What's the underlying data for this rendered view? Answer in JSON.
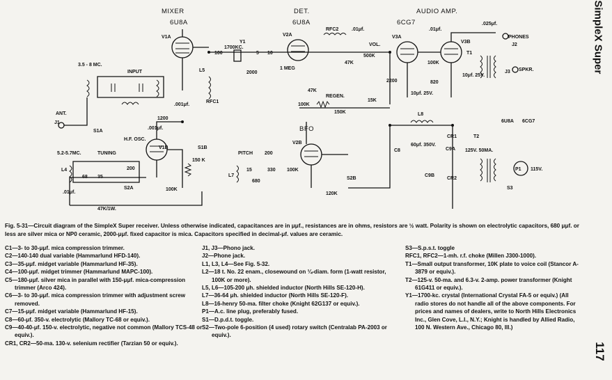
{
  "schematic": {
    "headers": {
      "mixer": "MIXER",
      "det": "DET.",
      "audio": "AUDIO AMP."
    },
    "tubes": {
      "mixer": "6U8A",
      "det": "6U8A",
      "audio": "6CG7",
      "ps1": "6U8A",
      "ps2": "6CG7"
    },
    "labels": {
      "v1a": "V1A",
      "v1b": "V1B",
      "v2a": "V2A",
      "v2b": "V2B",
      "v3a": "V3A",
      "v3b": "V3B",
      "band1": "3.5 - 8 MC.",
      "input": "INPUT",
      "band2": "5.2-5.7MC.",
      "tuning": "TUNING",
      "hfosc": "H.F. OSC.",
      "bfo": "BFO",
      "pitch": "PITCH",
      "regen": "REGEN.",
      "vol": "VOL.",
      "ant": "ANT.",
      "j1": "J1",
      "phones": "PHONES",
      "j2": "J2",
      "spkr": "SPKR.",
      "j3": "J3",
      "s1a": "S1A",
      "s1b": "S1B",
      "s2a": "S2A",
      "s2b": "S2B",
      "s3": "S3",
      "t1": "T1",
      "t2": "T2",
      "l8": "L8",
      "cr1": "CR1",
      "cr2": "CR2",
      "c8": "C8",
      "c9a": "C9A",
      "c9b": "C9B",
      "p1": "P1",
      "v115": "115V.",
      "rfc1": "RFC1",
      "rfc2": "RFC2",
      "y1": "Y1",
      "y1val": "1700KC.",
      "l5": "L5",
      "l7": "L7",
      "l4": "L4",
      "meg": "1 MEG",
      "r47k": "47K",
      "r500k": "500K",
      "r2200": "2200",
      "r100k": "100K",
      "r820": "820",
      "r15k": "15K",
      "r150k": "150K",
      "r120k": "120K",
      "r47k1w": "47K/1W.",
      "r1200": "1200",
      "r150k2": "150 K",
      "c001": ".001μf.",
      "c01": ".01μf.",
      "c025": ".025μf.",
      "c60": "60μf. 350V.",
      "c10": "10μf. 25V.",
      "t2val": "125V. 50MA.",
      "c680": "680",
      "c330": "330",
      "c200": "200",
      "c100": "100",
      "c2000": "2000",
      "c15": "15",
      "c35": "35",
      "c68": "68",
      "c5": "5",
      "c10x": "10"
    }
  },
  "caption": {
    "fig": "Fig. 5-31",
    "text": "—Circuit diagram of the SimpleX Super receiver. Unless otherwise indicated, capacitances are in μμf., resistances are in ohms, resistors are ½ watt. Polarity is shown on electrolytic capacitors, 680 μμf. or less are silver mica or NP0 ceramic, 2000-μμf. fixed capacitor is mica. Capacitors specified in decimal-μf. values are ceramic."
  },
  "parts_col1": [
    "C1—3- to 30-μμf. mica compression trimmer.",
    "C2—140-140 dual variable (Hammarlund HFD-140).",
    "C3—35-μμf. midget variable (Hammarlund HF-35).",
    "C4—100-μμf. midget trimmer (Hammarlund MAPC-100).",
    "C5—180-μμf. silver mica in parallel with 150-μμf. mica-compression trimmer (Arco 424).",
    "C6—3- to 30-μμf. mica compression trimmer with adjustment screw removed.",
    "C7—15-μμf. midget variable (Hammarlund HF-15).",
    "C8—60-μf. 350-v. electrolytic (Mallory TC-68 or equiv.).",
    "C9—40-40-μf. 150-v. electrolytic, negative not common (Mallory TCS-48 or equiv.).",
    "CR1, CR2—50-ma. 130-v. selenium rectifier (Tarzian 50 or equiv.)."
  ],
  "parts_col2": [
    "J1, J3—Phono jack.",
    "J2—Phone jack.",
    "L1, L3, L4—See Fig. 5-32.",
    "L2—18 t. No. 22 enam., closewound on ¼-diam. form (1-watt resistor, 100K or more).",
    "L5, L6—105-200 μh. shielded inductor (North Hills SE-120-H).",
    "L7—36-64 μh. shielded inductor (North Hills SE-120-F).",
    "L8—16-henry 50-ma. filter choke (Knight 62G137 or equiv.).",
    "P1—A.c. line plug, preferably fused.",
    "S1—D.p.d.t. toggle.",
    "S2—Two-pole 6-position (4 used) rotary switch (Centralab PA-2003 or equiv.)."
  ],
  "parts_col3": [
    "S3—S.p.s.t. toggle",
    "RFC1, RFC2—1-mh. r.f. choke (Millen J300-1000).",
    "T1—Small output transformer, 10K plate to voice coil (Stancor A-3879 or equiv.).",
    "T2—125-v. 50-ma. and 6.3-v. 2-amp. power transformer (Knight 61G411 or equiv.).",
    "Y1—1700-kc. crystal (International Crystal FA-5 or equiv.) (All radio stores do not handle all of the above components. For prices and names of dealers, write to North Hills Electronics Inc., Glen Cove, L.I., N.Y.; Knight is handled by Allied Radio, 100 N. Western Ave., Chicago 80, Ill.)"
  ],
  "side": {
    "title": "SimpleX Super",
    "page": "117"
  }
}
